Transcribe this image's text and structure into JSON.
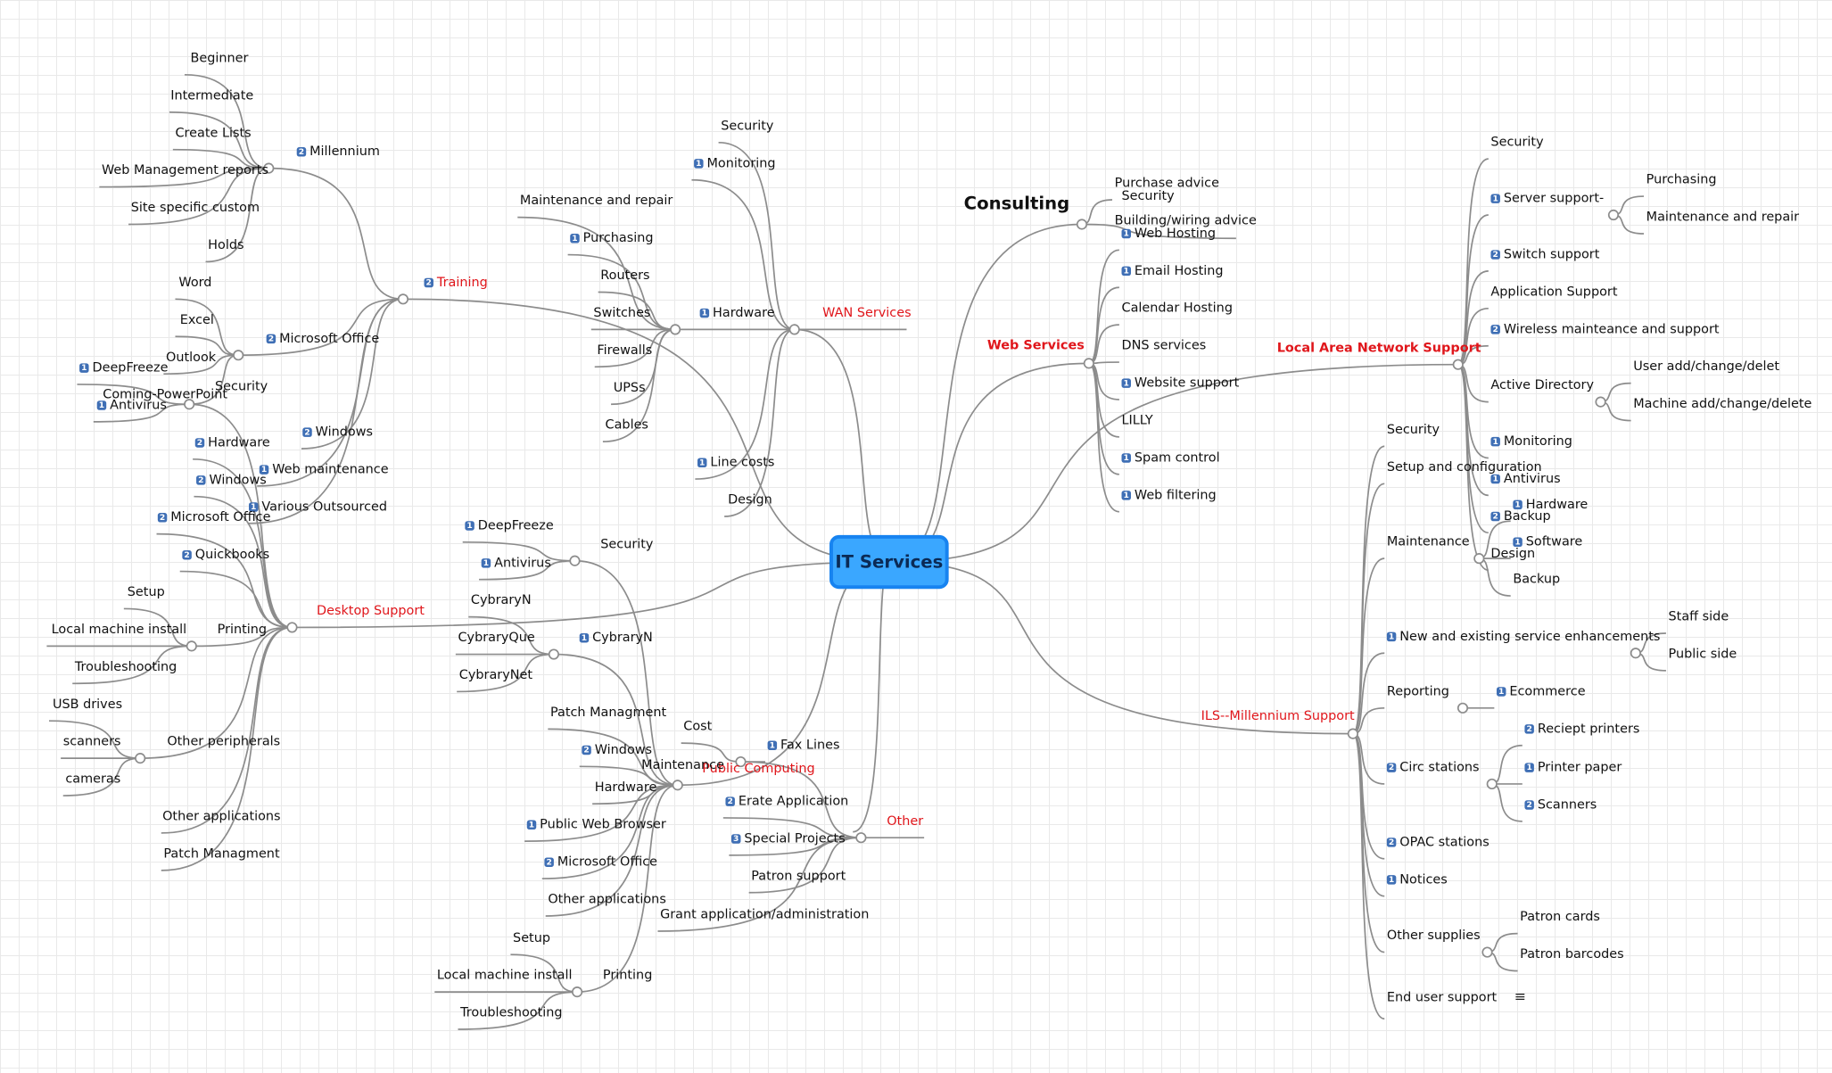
{
  "root": "IT Services",
  "colors": {
    "line": "#8c8c8c",
    "accent_red": "#e0161b",
    "root_fill": "#3aa7ff",
    "root_border": "#1783f0",
    "badge": "#3f6fb5"
  },
  "nodes": [
    {
      "id": "training",
      "label": "Training",
      "badge": "2",
      "style": "red"
    },
    {
      "id": "millennium",
      "label": "Millennium",
      "badge": "2"
    },
    {
      "id": "beginner",
      "label": "Beginner"
    },
    {
      "id": "intermediate",
      "label": "Intermediate"
    },
    {
      "id": "create-lists",
      "label": "Create Lists"
    },
    {
      "id": "web-mgmt-reports",
      "label": "Web Management reports"
    },
    {
      "id": "site-specific",
      "label": "Site specific custom"
    },
    {
      "id": "holds",
      "label": "Holds"
    },
    {
      "id": "ms-office-tr",
      "label": "Microsoft Office",
      "badge": "2"
    },
    {
      "id": "word",
      "label": "Word"
    },
    {
      "id": "excel",
      "label": "Excel"
    },
    {
      "id": "outlook",
      "label": "Outlook"
    },
    {
      "id": "coming-pp",
      "label": "Coming-PowerPoint"
    },
    {
      "id": "windows-tr",
      "label": "Windows",
      "badge": "2"
    },
    {
      "id": "web-maint",
      "label": "Web maintenance",
      "badge": "1"
    },
    {
      "id": "various-out",
      "label": "Various Outsourced",
      "badge": "1"
    },
    {
      "id": "desktop",
      "label": "Desktop Support",
      "style": "red"
    },
    {
      "id": "ds-security",
      "label": "Security"
    },
    {
      "id": "ds-deepfreeze",
      "label": "DeepFreeze",
      "badge": "1"
    },
    {
      "id": "ds-antivirus",
      "label": "Antivirus",
      "badge": "1"
    },
    {
      "id": "ds-hardware",
      "label": "Hardware",
      "badge": "2"
    },
    {
      "id": "ds-windows",
      "label": "Windows",
      "badge": "2"
    },
    {
      "id": "ds-msoffice",
      "label": "Microsoft Office",
      "badge": "2"
    },
    {
      "id": "ds-quickbooks",
      "label": "Quickbooks",
      "badge": "2"
    },
    {
      "id": "ds-printing",
      "label": "Printing"
    },
    {
      "id": "ds-setup",
      "label": "Setup"
    },
    {
      "id": "ds-local",
      "label": "Local machine install"
    },
    {
      "id": "ds-trouble",
      "label": "Troubleshooting"
    },
    {
      "id": "ds-otherperiph",
      "label": "Other peripherals"
    },
    {
      "id": "ds-usb",
      "label": "USB drives"
    },
    {
      "id": "ds-scanners",
      "label": "scanners"
    },
    {
      "id": "ds-cameras",
      "label": "cameras"
    },
    {
      "id": "ds-otherapps",
      "label": "Other applications"
    },
    {
      "id": "ds-patch",
      "label": "Patch Managment"
    },
    {
      "id": "wan",
      "label": "WAN Services",
      "style": "red"
    },
    {
      "id": "wan-security",
      "label": "Security"
    },
    {
      "id": "wan-monitoring",
      "label": "Monitoring",
      "badge": "1"
    },
    {
      "id": "wan-hardware",
      "label": "Hardware",
      "badge": "1"
    },
    {
      "id": "wan-maint",
      "label": "Maintenance and repair"
    },
    {
      "id": "wan-purch",
      "label": "Purchasing",
      "badge": "1"
    },
    {
      "id": "wan-routers",
      "label": "Routers"
    },
    {
      "id": "wan-switches",
      "label": "Switches"
    },
    {
      "id": "wan-firewalls",
      "label": "Firewalls"
    },
    {
      "id": "wan-ups",
      "label": "UPSs"
    },
    {
      "id": "wan-cables",
      "label": "Cables"
    },
    {
      "id": "wan-linecosts",
      "label": "Line costs",
      "badge": "1"
    },
    {
      "id": "wan-design",
      "label": "Design"
    },
    {
      "id": "consulting",
      "label": "Consulting",
      "style": "big"
    },
    {
      "id": "con-purchase",
      "label": "Purchase advice"
    },
    {
      "id": "con-security",
      "label": "Security"
    },
    {
      "id": "con-building",
      "label": "Building/wiring advice"
    },
    {
      "id": "web",
      "label": "Web Services",
      "style": "red-bold"
    },
    {
      "id": "web-hosting",
      "label": "Web Hosting",
      "badge": "1"
    },
    {
      "id": "web-email",
      "label": "Email Hosting",
      "badge": "1"
    },
    {
      "id": "web-calendar",
      "label": "Calendar Hosting"
    },
    {
      "id": "web-dns",
      "label": "DNS services"
    },
    {
      "id": "web-website",
      "label": "Website support",
      "badge": "1"
    },
    {
      "id": "web-lilly",
      "label": "LILLY"
    },
    {
      "id": "web-spam",
      "label": "Spam control",
      "badge": "1"
    },
    {
      "id": "web-filter",
      "label": "Web filtering",
      "badge": "1"
    },
    {
      "id": "lan",
      "label": "Local Area Network Support",
      "style": "red-bold"
    },
    {
      "id": "lan-security",
      "label": "Security"
    },
    {
      "id": "lan-server",
      "label": "Server support-",
      "badge": "1"
    },
    {
      "id": "lan-purch",
      "label": "Purchasing"
    },
    {
      "id": "lan-maint",
      "label": "Maintenance and repair"
    },
    {
      "id": "lan-switch",
      "label": "Switch support",
      "badge": "2"
    },
    {
      "id": "lan-app",
      "label": "Application Support"
    },
    {
      "id": "lan-wireless",
      "label": "Wireless mainteance and support",
      "badge": "2"
    },
    {
      "id": "lan-ad",
      "label": "Active Directory"
    },
    {
      "id": "lan-useradd",
      "label": "User add/change/delet"
    },
    {
      "id": "lan-machadd",
      "label": "Machine add/change/delete"
    },
    {
      "id": "lan-monitoring",
      "label": "Monitoring",
      "badge": "1"
    },
    {
      "id": "lan-antivirus",
      "label": "Antivirus",
      "badge": "1"
    },
    {
      "id": "lan-backup",
      "label": "Backup",
      "badge": "2"
    },
    {
      "id": "lan-design",
      "label": "Design"
    },
    {
      "id": "ils",
      "label": "ILS--Millennium Support",
      "style": "red"
    },
    {
      "id": "ils-security",
      "label": "Security"
    },
    {
      "id": "ils-setup",
      "label": "Setup and configuration"
    },
    {
      "id": "ils-maint",
      "label": "Maintenance"
    },
    {
      "id": "ils-hardware",
      "label": "Hardware",
      "badge": "1"
    },
    {
      "id": "ils-software",
      "label": "Software",
      "badge": "1"
    },
    {
      "id": "ils-backup",
      "label": "Backup"
    },
    {
      "id": "ils-new",
      "label": "New and existing service enhancements",
      "badge": "1"
    },
    {
      "id": "ils-staff",
      "label": "Staff side"
    },
    {
      "id": "ils-public",
      "label": "Public side"
    },
    {
      "id": "ils-reporting",
      "label": "Reporting"
    },
    {
      "id": "ils-ecommerce",
      "label": "Ecommerce",
      "badge": "1"
    },
    {
      "id": "ils-circ",
      "label": "Circ stations",
      "badge": "2"
    },
    {
      "id": "ils-receipt",
      "label": "Reciept printers",
      "badge": "2"
    },
    {
      "id": "ils-printer",
      "label": "Printer paper",
      "badge": "1"
    },
    {
      "id": "ils-scanners",
      "label": "Scanners",
      "badge": "2"
    },
    {
      "id": "ils-opac",
      "label": "OPAC stations",
      "badge": "2"
    },
    {
      "id": "ils-notices",
      "label": "Notices",
      "badge": "1"
    },
    {
      "id": "ils-othersup",
      "label": "Other supplies"
    },
    {
      "id": "ils-patroncards",
      "label": "Patron cards"
    },
    {
      "id": "ils-barcodes",
      "label": "Patron barcodes"
    },
    {
      "id": "ils-enduser",
      "label": "End user support"
    },
    {
      "id": "pc",
      "label": "Public Computing",
      "style": "red"
    },
    {
      "id": "pc-security",
      "label": "Security"
    },
    {
      "id": "pc-deepfreeze",
      "label": "DeepFreeze",
      "badge": "1"
    },
    {
      "id": "pc-antivirus",
      "label": "Antivirus",
      "badge": "1"
    },
    {
      "id": "pc-cybrary",
      "label": "CybraryN",
      "badge": "1"
    },
    {
      "id": "pc-cybraryn2",
      "label": "CybraryN"
    },
    {
      "id": "pc-cybraryque",
      "label": "CybraryQue"
    },
    {
      "id": "pc-cybrarynet",
      "label": "CybraryNet"
    },
    {
      "id": "pc-maint",
      "label": "Maintenance"
    },
    {
      "id": "pc-patch",
      "label": "Patch Managment"
    },
    {
      "id": "pc-windows",
      "label": "Windows",
      "badge": "2"
    },
    {
      "id": "pc-hardware",
      "label": "Hardware"
    },
    {
      "id": "pc-webbrowser",
      "label": "Public Web Browser",
      "badge": "1"
    },
    {
      "id": "pc-msoffice",
      "label": "Microsoft Office",
      "badge": "2"
    },
    {
      "id": "pc-otherapps",
      "label": "Other applications"
    },
    {
      "id": "pc-printing",
      "label": "Printing"
    },
    {
      "id": "pc-setup",
      "label": "Setup"
    },
    {
      "id": "pc-local",
      "label": "Local machine install"
    },
    {
      "id": "pc-trouble",
      "label": "Troubleshooting"
    },
    {
      "id": "other",
      "label": "Other",
      "style": "red"
    },
    {
      "id": "oth-cost",
      "label": "Cost"
    },
    {
      "id": "oth-fax",
      "label": "Fax Lines",
      "badge": "1"
    },
    {
      "id": "oth-erate",
      "label": "Erate Application",
      "badge": "2"
    },
    {
      "id": "oth-special",
      "label": "Special Projects",
      "badge": "3"
    },
    {
      "id": "oth-patron",
      "label": "Patron support"
    },
    {
      "id": "oth-grant",
      "label": "Grant application/administration"
    }
  ]
}
